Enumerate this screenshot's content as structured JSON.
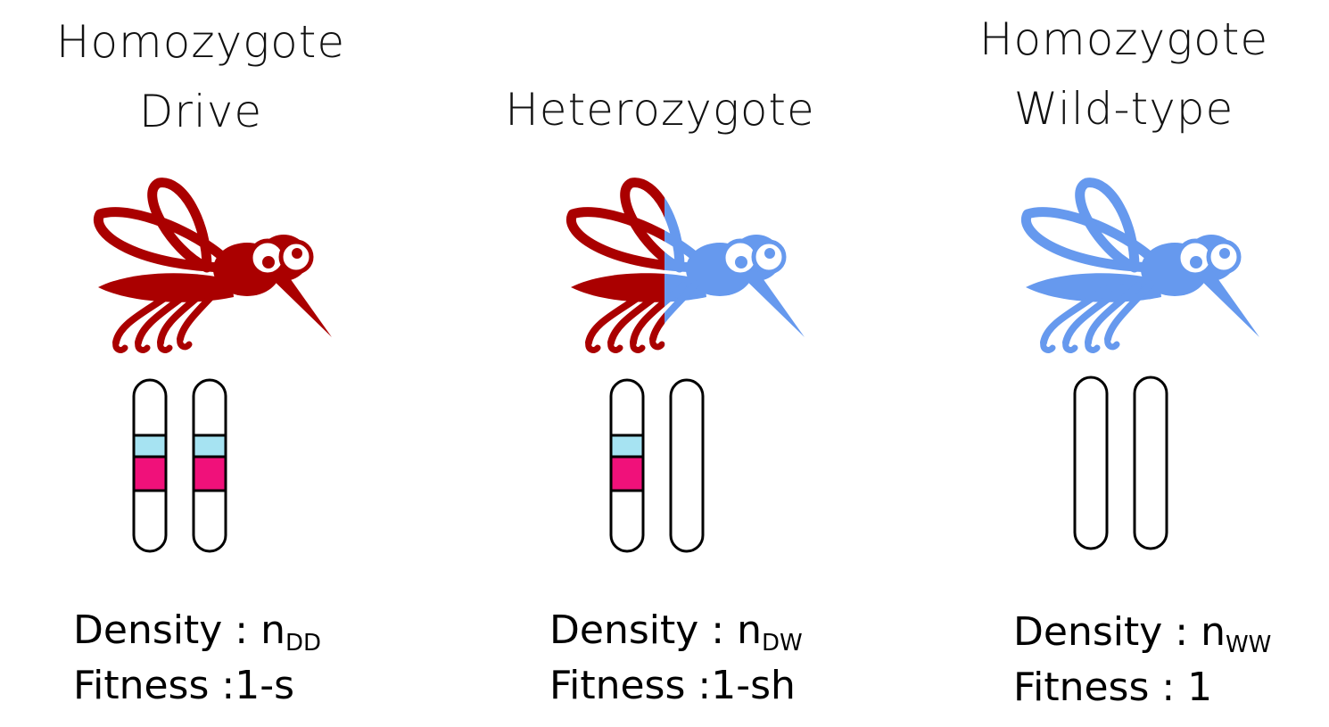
{
  "panels": [
    {
      "id": "dd",
      "title_lines": [
        "Homozygote",
        "Drive"
      ],
      "density_label": "Density : n",
      "density_sub": "DD",
      "fitness_label": "Fitness :1-s",
      "mosquito_colors": {
        "front": "#aa0000",
        "back": "#aa0000"
      },
      "chromosomes": [
        {
          "drive": true,
          "colors": [
            "#a6e3f2",
            "#f0117a"
          ]
        },
        {
          "drive": true,
          "colors": [
            "#a6e3f2",
            "#f0117a"
          ]
        }
      ]
    },
    {
      "id": "dw",
      "title_lines": [
        "Heterozygote"
      ],
      "density_label": "Density : n",
      "density_sub": "DW",
      "fitness_label": "Fitness :1-sh",
      "mosquito_colors": {
        "front": "#6699ee",
        "back": "#aa0000"
      },
      "chromosomes": [
        {
          "drive": true,
          "colors": [
            "#a6e3f2",
            "#f0117a"
          ]
        },
        {
          "drive": false,
          "colors": []
        }
      ]
    },
    {
      "id": "ww",
      "title_lines": [
        "Homozygote",
        "Wild-type"
      ],
      "density_label": "Density : n",
      "density_sub": "WW",
      "fitness_label": "Fitness : 1",
      "mosquito_colors": {
        "front": "#6699ee",
        "back": "#6699ee"
      },
      "chromosomes": [
        {
          "drive": false,
          "colors": []
        },
        {
          "drive": false,
          "colors": []
        }
      ]
    }
  ]
}
